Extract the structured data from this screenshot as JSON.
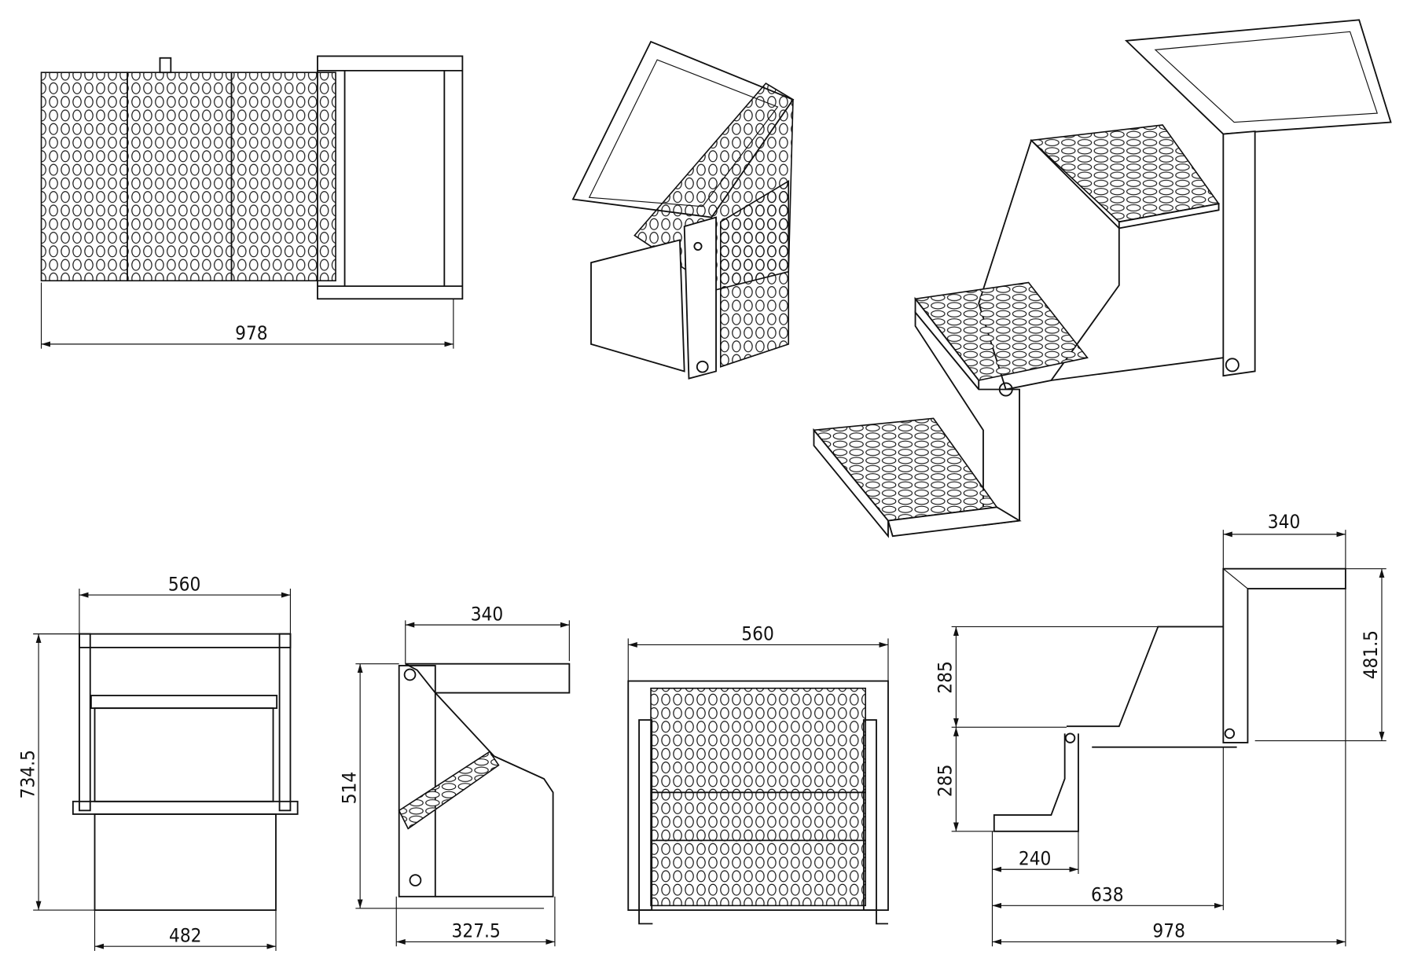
{
  "drawing": {
    "colors": {
      "line": "#111111",
      "background": "#ffffff"
    },
    "top_view": {
      "width_label": "978"
    },
    "front_view": {
      "top_width_label": "560",
      "height_label": "734.5",
      "bottom_width_label": "482"
    },
    "side_view": {
      "arm_length_label": "340",
      "height_label": "514",
      "depth_label": "327.5"
    },
    "rear_view": {
      "width_label": "560"
    },
    "profile_view": {
      "arm_length_label": "340",
      "height_label": "481.5",
      "upper_rise_label": "285",
      "lower_rise_label": "285",
      "tread_depth_label": "240",
      "mid_reach_label": "638",
      "total_reach_label": "978"
    }
  }
}
